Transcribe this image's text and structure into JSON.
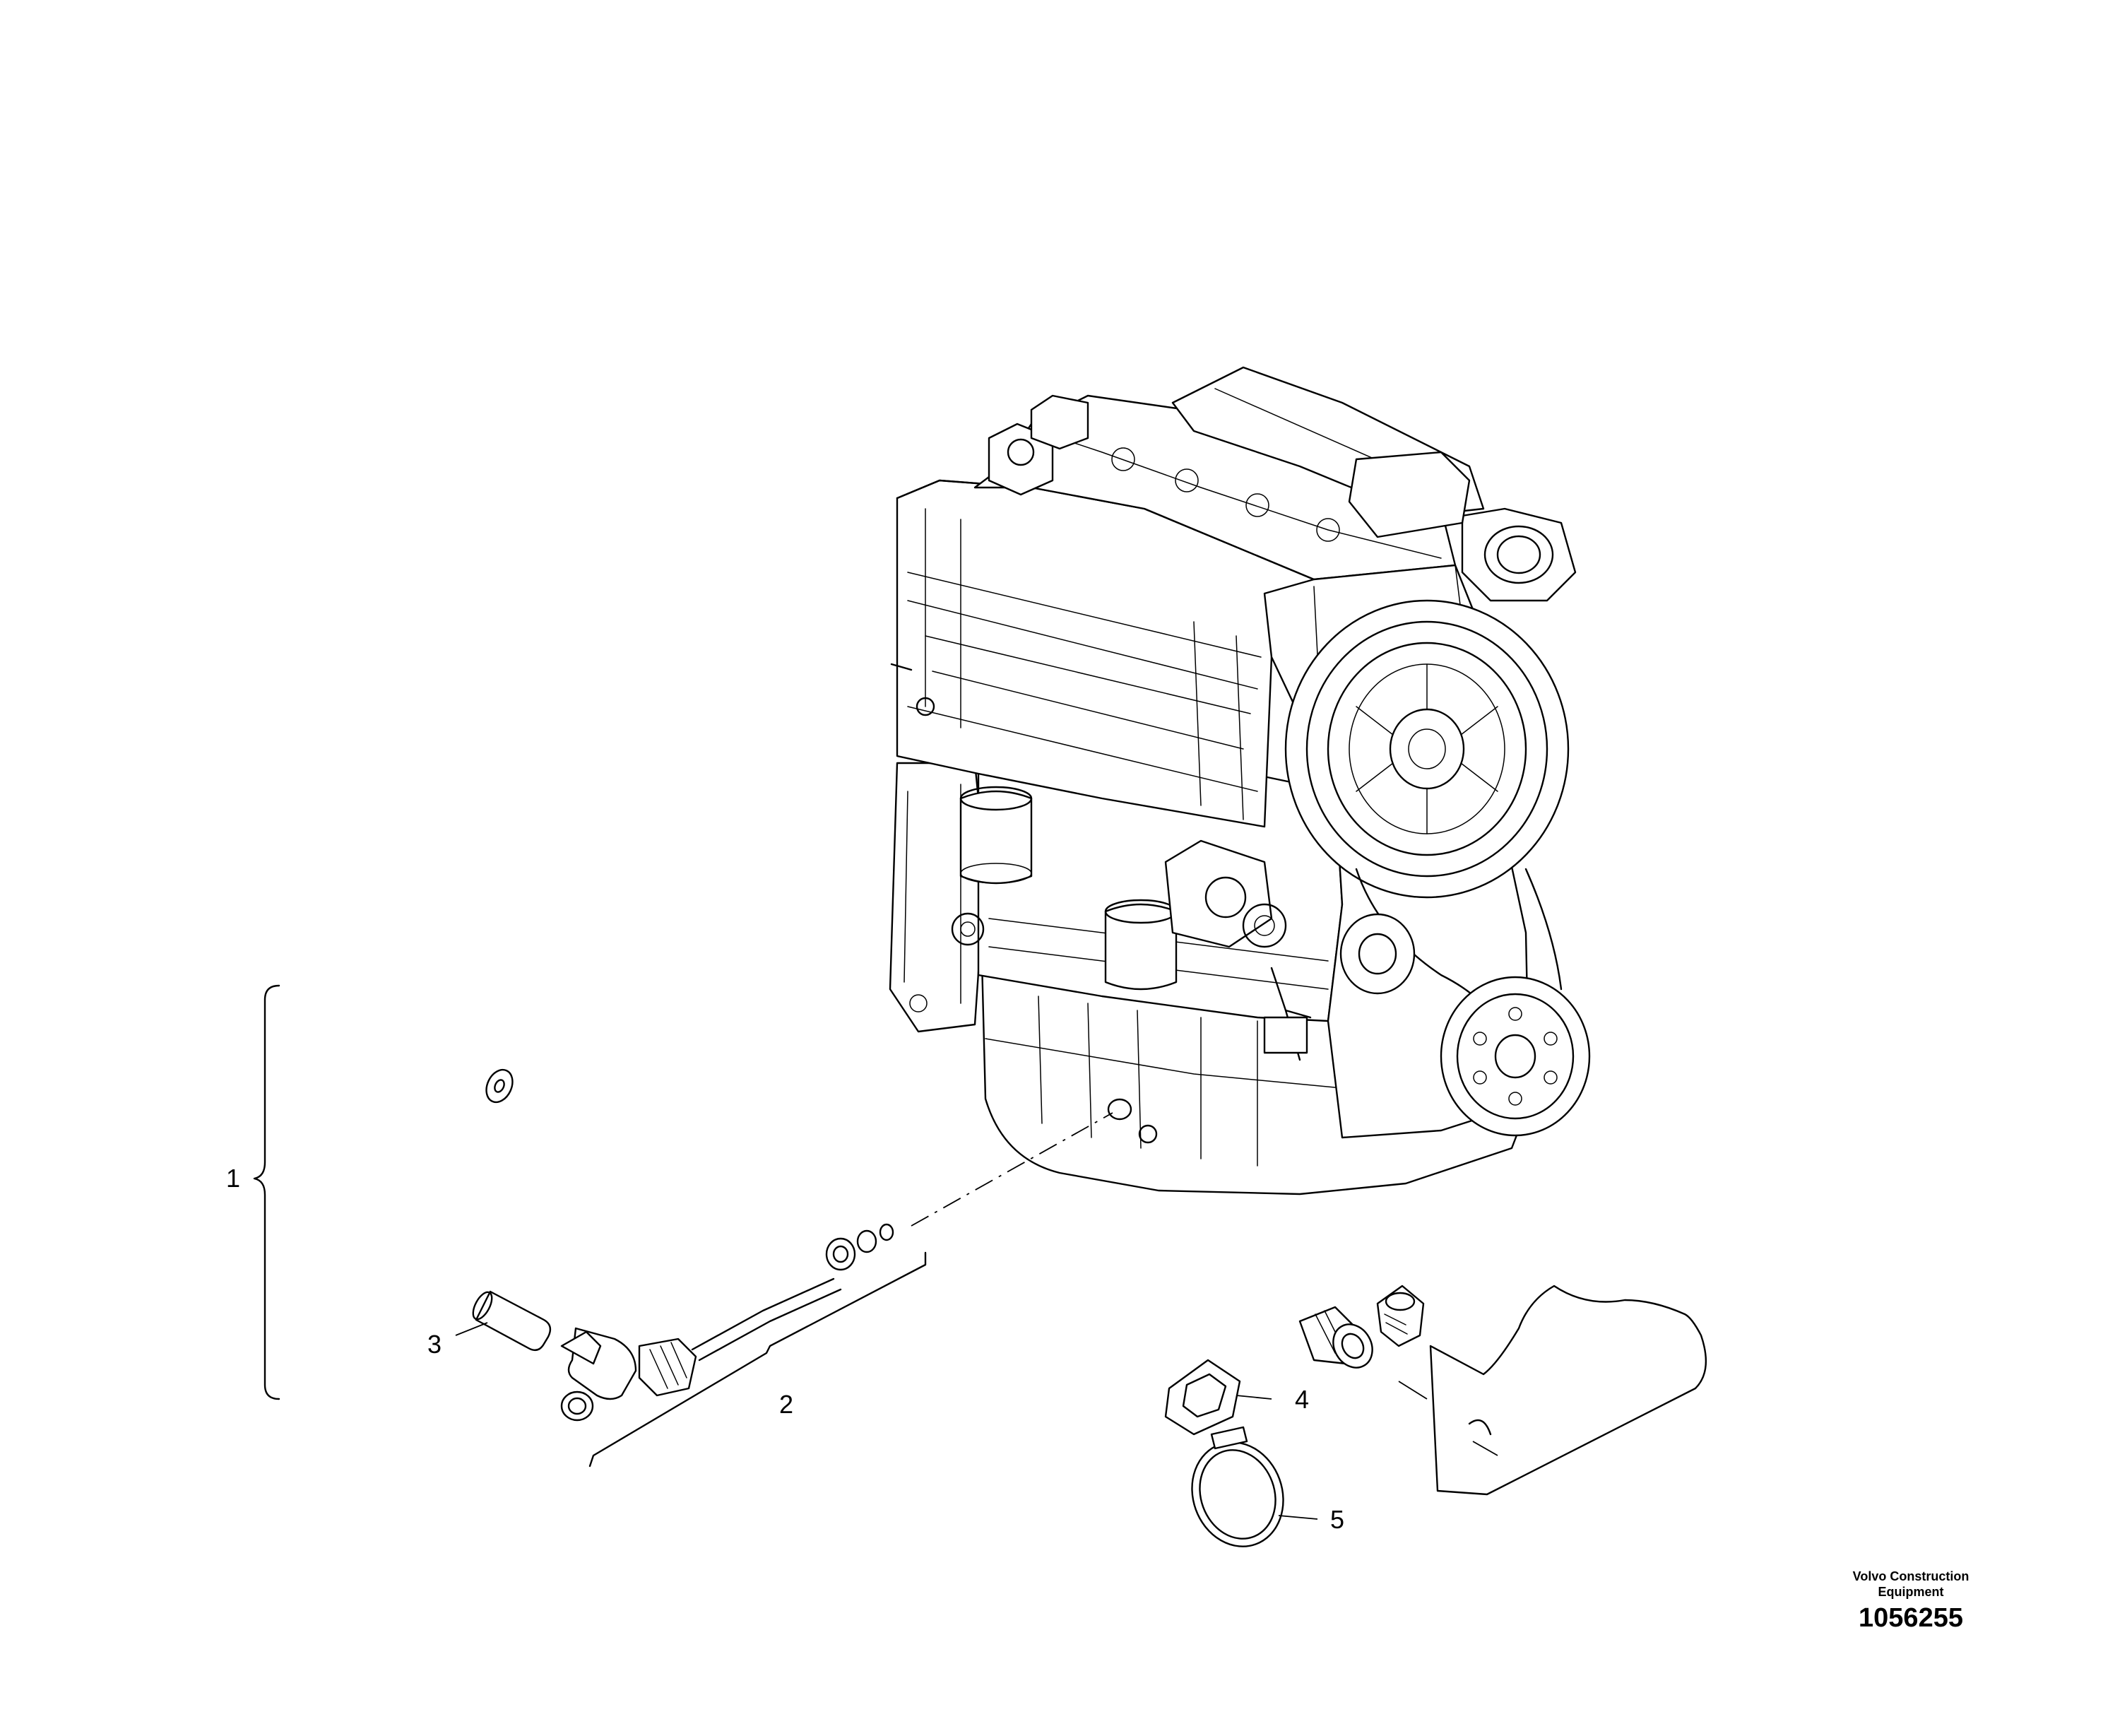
{
  "callouts": {
    "c1": "1",
    "c2": "2",
    "c3": "3",
    "c4": "4",
    "c5": "5"
  },
  "footer": {
    "brand_line1": "Volvo Construction",
    "brand_line2": "Equipment",
    "doc_number": "1056255"
  }
}
